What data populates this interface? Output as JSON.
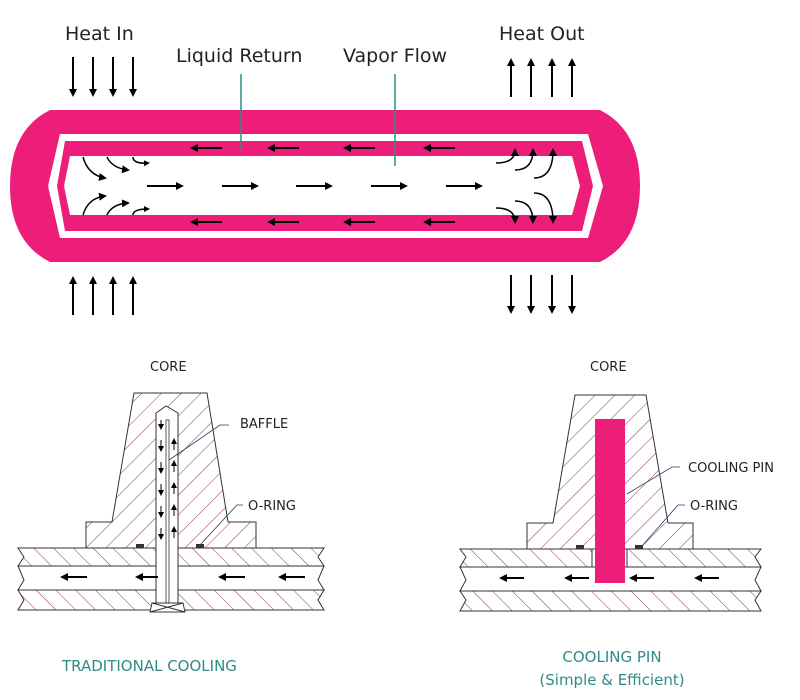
{
  "colors": {
    "pipe": "#ec1e79",
    "leader": "#2e8b86",
    "hatch": "#8a3a5a",
    "caption": "#2e8b86",
    "text": "#222222"
  },
  "heat_pipe": {
    "heat_in_label": "Heat In",
    "heat_out_label": "Heat Out",
    "liquid_return_label": "Liquid Return",
    "vapor_flow_label": "Vapor Flow"
  },
  "traditional": {
    "core_label": "CORE",
    "baffle_label": "BAFFLE",
    "oring_label": "O-RING",
    "caption": "TRADITIONAL COOLING"
  },
  "cooling_pin": {
    "core_label": "CORE",
    "pin_label": "COOLING PIN",
    "oring_label": "O-RING",
    "caption_line1": "COOLING PIN",
    "caption_line2": "(Simple & Efficient)"
  }
}
